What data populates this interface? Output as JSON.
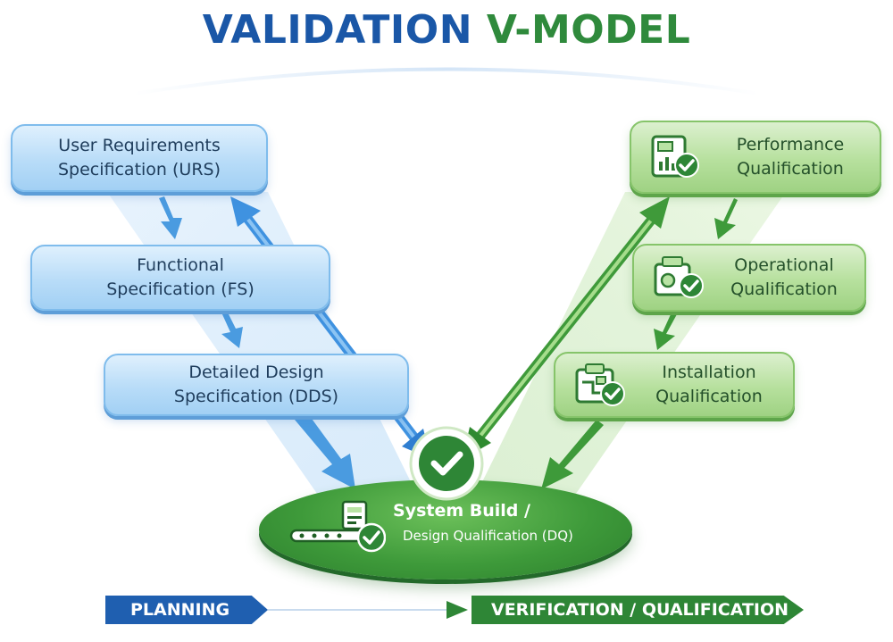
{
  "title": {
    "part1": "VALIDATION",
    "part2": "V-MODEL"
  },
  "planning_steps": [
    {
      "label": "User Requirements\nSpecification (URS)"
    },
    {
      "label": "Functional\nSpecification (FS)"
    },
    {
      "label": "Detailed Design\nSpecification (DDS)"
    }
  ],
  "qualification_steps": [
    {
      "label": "Performance\nQualification",
      "icon": "performance-report-icon"
    },
    {
      "label": "Operational\nQualification",
      "icon": "operational-equipment-icon"
    },
    {
      "label": "Installation\nQualification",
      "icon": "installation-setup-icon"
    }
  ],
  "system_build": {
    "line1": "System Build /",
    "line2": "Design Qualification (DQ)",
    "icon": "check-circle-icon"
  },
  "phases": {
    "planning": "PLANNING",
    "verification": "VERIFICATION / QUALIFICATION"
  },
  "colors": {
    "title_blue": "#1a57a7",
    "title_green": "#2f8a3c",
    "planning_blue": "#1f5fb0",
    "verification_green": "#2e8636"
  }
}
